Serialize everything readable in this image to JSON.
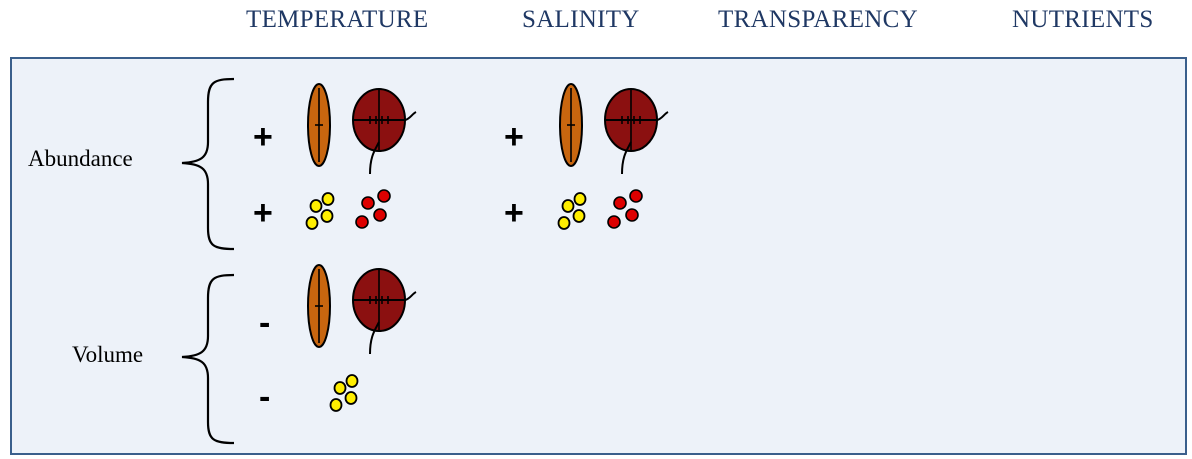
{
  "columns": {
    "temperature": "TEMPERATURE",
    "salinity": "SALINITY",
    "transparency": "TRANSPARENCY",
    "nutrients": "NUTRIENTS"
  },
  "rows": {
    "abundance": "Abundance",
    "volume": "Volume"
  },
  "signs": {
    "abundance_temperature_large": "+",
    "abundance_temperature_small": "+",
    "abundance_salinity_large": "+",
    "abundance_salinity_small": "+",
    "volume_temperature_large": "-",
    "volume_temperature_small": "-"
  },
  "colors": {
    "header_text": "#1f3864",
    "panel_background": "#edf2f9",
    "panel_border": "#3a5f8c",
    "diatom_fill": "#c8660f",
    "dinoflagellate_fill": "#8b1010",
    "small_yellow_cell": "#ffee00",
    "small_red_cell": "#dd0000"
  },
  "icons": {
    "diatom": "diatom-icon",
    "dinoflagellate": "dinoflagellate-icon",
    "small_yellow_cells": "yellow-cells-icon",
    "small_red_cells": "red-cells-icon"
  }
}
